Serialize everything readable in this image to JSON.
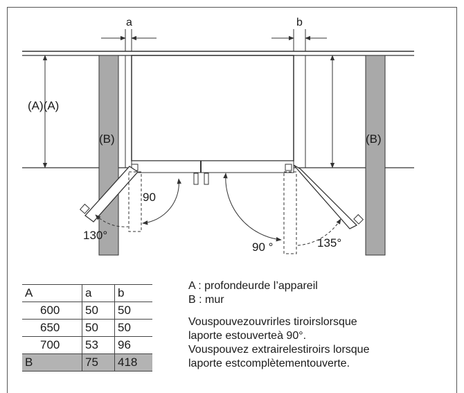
{
  "labels": {
    "gap_a": "a",
    "gap_b": "b",
    "depth": "(A)(A)",
    "wall_left": "(B)",
    "wall_right": "(B)",
    "angle_90_left": "90",
    "angle_130": "130°",
    "angle_90_right": "90 °",
    "angle_135": "135°"
  },
  "table": {
    "header": [
      "A",
      "a",
      "b"
    ],
    "rows": [
      [
        "600",
        "50",
        "50"
      ],
      [
        "650",
        "50",
        "50"
      ],
      [
        "700",
        "53",
        "96"
      ]
    ],
    "footer": [
      "B",
      "75",
      "418"
    ]
  },
  "notes": {
    "legend_a": "A : profondeurde l’appareil",
    "legend_b": "B : mur",
    "line1": "Vouspouvezouvrirles tiroirslorsque",
    "line2": "laporte estouverteà 90°.",
    "line3": "Vouspouvez extrairelestiroirs lorsque",
    "line4": "laporte estcomplètementouverte."
  },
  "colors": {
    "wall_fill": "#a9a9a9",
    "line": "#333333",
    "table_shade": "#b3b3b3"
  }
}
